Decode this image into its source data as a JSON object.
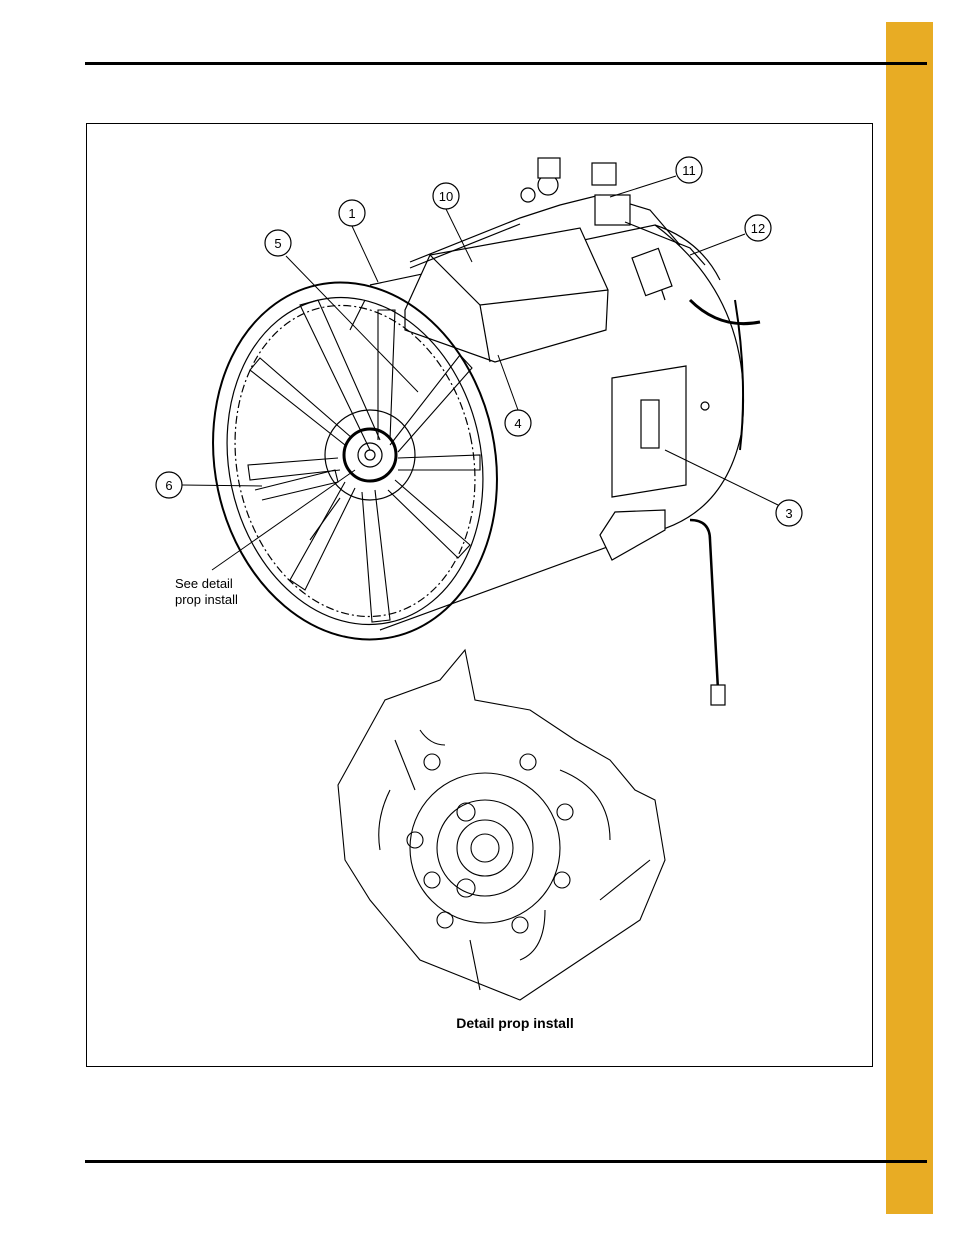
{
  "page": {
    "accent_color": "#E8AC24"
  },
  "callouts": [
    {
      "id": "c1",
      "label": "1"
    },
    {
      "id": "c3",
      "label": "3"
    },
    {
      "id": "c4",
      "label": "4"
    },
    {
      "id": "c5",
      "label": "5"
    },
    {
      "id": "c6",
      "label": "6"
    },
    {
      "id": "c10",
      "label": "10"
    },
    {
      "id": "c11",
      "label": "11"
    },
    {
      "id": "c12",
      "label": "12"
    }
  ],
  "figure": {
    "note_line1": "See detail",
    "note_line2": "prop install",
    "detail_caption": "Detail prop install"
  }
}
